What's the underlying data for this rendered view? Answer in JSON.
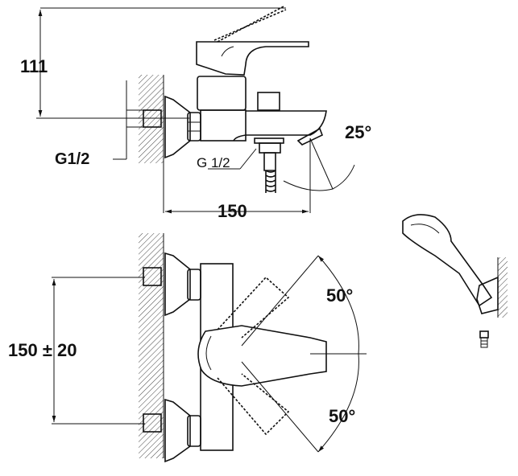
{
  "drawing": {
    "dimensions": {
      "height_top": "111",
      "inlet_thread": "G1/2",
      "outlet_thread": "G 1/2",
      "spout_angle": "25°",
      "projection": "150",
      "centres": "150 ± 20",
      "lever_angle_up": "50°",
      "lever_angle_down": "50°"
    },
    "colors": {
      "line": "#111111",
      "background": "#ffffff"
    }
  }
}
